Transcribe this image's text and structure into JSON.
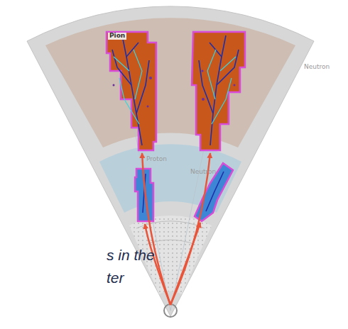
{
  "diagram": {
    "labels": [
      "Pion",
      "Neutron",
      "Proton",
      "Neutron",
      "s in the",
      "ter"
    ]
  }
}
